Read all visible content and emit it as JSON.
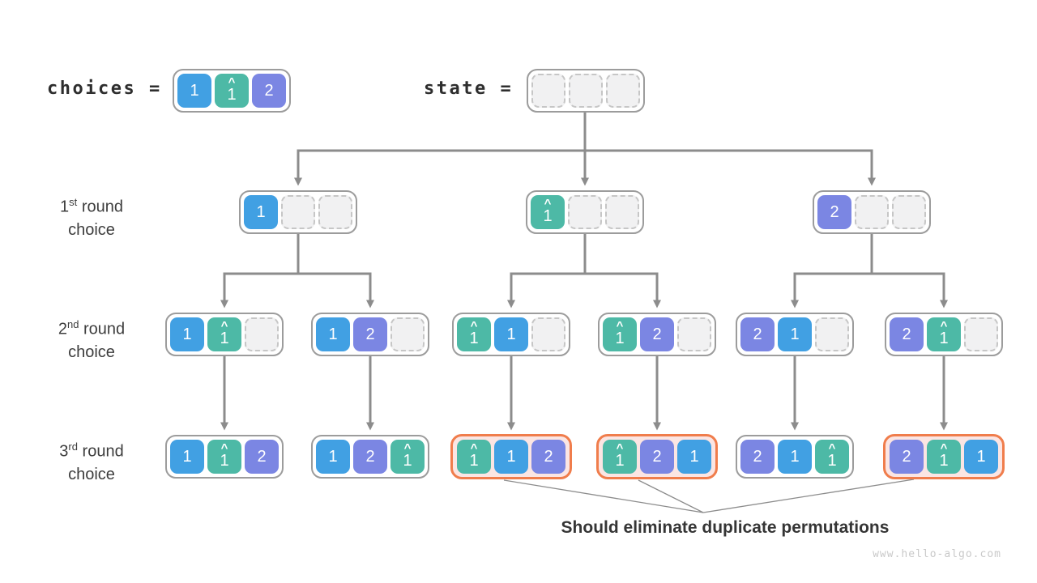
{
  "page": {
    "watermark": "www.hello-algo.com"
  },
  "legend": {
    "choices_label": "choices =",
    "state_label": "state =",
    "choices_cells": [
      {
        "t": "1",
        "c": "blue"
      },
      {
        "t": "1",
        "c": "teal",
        "hat": true
      },
      {
        "t": "2",
        "c": "purple"
      }
    ],
    "state_cells": [
      {
        "e": true
      },
      {
        "e": true
      },
      {
        "e": true
      }
    ]
  },
  "tree": {
    "rows": [
      {
        "label": {
          "num": "1",
          "sup": "st",
          "rest": "round",
          "line2": "choice"
        },
        "boxes": [
          {
            "cells": [
              {
                "t": "1",
                "c": "blue"
              },
              {
                "e": true
              },
              {
                "e": true
              }
            ]
          },
          {
            "cells": [
              {
                "t": "1",
                "c": "teal",
                "hat": true
              },
              {
                "e": true
              },
              {
                "e": true
              }
            ]
          },
          {
            "cells": [
              {
                "t": "2",
                "c": "purple"
              },
              {
                "e": true
              },
              {
                "e": true
              }
            ]
          }
        ]
      },
      {
        "label": {
          "num": "2",
          "sup": "nd",
          "rest": "round",
          "line2": "choice"
        },
        "boxes": [
          {
            "cells": [
              {
                "t": "1",
                "c": "blue"
              },
              {
                "t": "1",
                "c": "teal",
                "hat": true
              },
              {
                "e": true
              }
            ]
          },
          {
            "cells": [
              {
                "t": "1",
                "c": "blue"
              },
              {
                "t": "2",
                "c": "purple"
              },
              {
                "e": true
              }
            ]
          },
          {
            "cells": [
              {
                "t": "1",
                "c": "teal",
                "hat": true
              },
              {
                "t": "1",
                "c": "blue"
              },
              {
                "e": true
              }
            ]
          },
          {
            "cells": [
              {
                "t": "1",
                "c": "teal",
                "hat": true
              },
              {
                "t": "2",
                "c": "purple"
              },
              {
                "e": true
              }
            ]
          },
          {
            "cells": [
              {
                "t": "2",
                "c": "purple"
              },
              {
                "t": "1",
                "c": "blue"
              },
              {
                "e": true
              }
            ]
          },
          {
            "cells": [
              {
                "t": "2",
                "c": "purple"
              },
              {
                "t": "1",
                "c": "teal",
                "hat": true
              },
              {
                "e": true
              }
            ]
          }
        ]
      },
      {
        "label": {
          "num": "3",
          "sup": "rd",
          "rest": "round",
          "line2": "choice"
        },
        "boxes": [
          {
            "cells": [
              {
                "t": "1",
                "c": "blue"
              },
              {
                "t": "1",
                "c": "teal",
                "hat": true
              },
              {
                "t": "2",
                "c": "purple"
              }
            ]
          },
          {
            "cells": [
              {
                "t": "1",
                "c": "blue"
              },
              {
                "t": "2",
                "c": "purple"
              },
              {
                "t": "1",
                "c": "teal",
                "hat": true
              }
            ]
          },
          {
            "cells": [
              {
                "t": "1",
                "c": "teal",
                "hat": true
              },
              {
                "t": "1",
                "c": "blue"
              },
              {
                "t": "2",
                "c": "purple"
              }
            ],
            "highlight": true
          },
          {
            "cells": [
              {
                "t": "1",
                "c": "teal",
                "hat": true
              },
              {
                "t": "2",
                "c": "purple"
              },
              {
                "t": "1",
                "c": "blue"
              }
            ],
            "highlight": true
          },
          {
            "cells": [
              {
                "t": "2",
                "c": "purple"
              },
              {
                "t": "1",
                "c": "blue"
              },
              {
                "t": "1",
                "c": "teal",
                "hat": true
              }
            ]
          },
          {
            "cells": [
              {
                "t": "2",
                "c": "purple"
              },
              {
                "t": "1",
                "c": "teal",
                "hat": true
              },
              {
                "t": "1",
                "c": "blue"
              }
            ],
            "highlight": true
          }
        ]
      }
    ]
  },
  "annotation": {
    "text": "Should eliminate duplicate permutations"
  },
  "colors": {
    "blue": "#41a0e3",
    "teal": "#4db9a6",
    "purple": "#7b86e3",
    "orange": "#f07d4c",
    "highlight_bg": "#fbe5e3",
    "connector": "#8c8c8c",
    "box_border": "#9c9c9c",
    "empty_fill": "#f1f1f2",
    "empty_border": "#c6c6c6",
    "watermark": "#c9c9c9"
  }
}
